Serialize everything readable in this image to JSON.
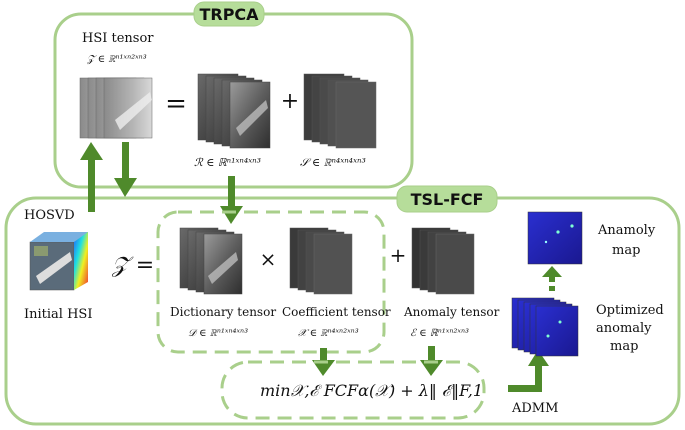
{
  "top_block": {
    "title": "TRPCA",
    "hsi_label": "HSI tensor",
    "hsi_math": "𝒵 ∈ ℝⁿ¹ˣⁿ²ˣⁿ³",
    "eq": "=",
    "plus": "+",
    "R_math": "ℛ ∈ ℝⁿ¹ˣⁿ⁴ˣⁿ³",
    "S_math": "𝒮 ∈ ℝⁿ⁴ˣⁿ⁴ˣⁿ³"
  },
  "bottom_block": {
    "title": "TSL-FCF",
    "hosvd": "HOSVD",
    "initial_hsi": "Initial HSI",
    "z_eq": "𝒵 =",
    "times": "×",
    "plus": "+",
    "dict_label": "Dictionary tensor",
    "dict_math": "𝒟 ∈ ℝⁿ¹ˣⁿ⁴ˣⁿ³",
    "coef_label": "Coefficient tensor",
    "coef_math": "𝒳 ∈ ℝⁿ⁴ˣⁿ²ˣⁿ³",
    "anom_label": "Anomaly tensor",
    "anom_math": "ℰ ∈ ℝⁿ¹ˣⁿ²ˣⁿ³",
    "objective": "min𝒳,ℰ FCFα(𝒳) + λ‖ ℰ‖F,1",
    "admm": "ADMM",
    "anomaly_map_line1": "Anamoly",
    "anomaly_map_line2": "map",
    "optimized_line1": "Optimized",
    "optimized_line2": "anomaly",
    "optimized_line3": "map"
  },
  "colors": {
    "green_border": "#a9cf8b",
    "green_fill": "#b6dd9a",
    "arrow": "#4f8a2b"
  }
}
